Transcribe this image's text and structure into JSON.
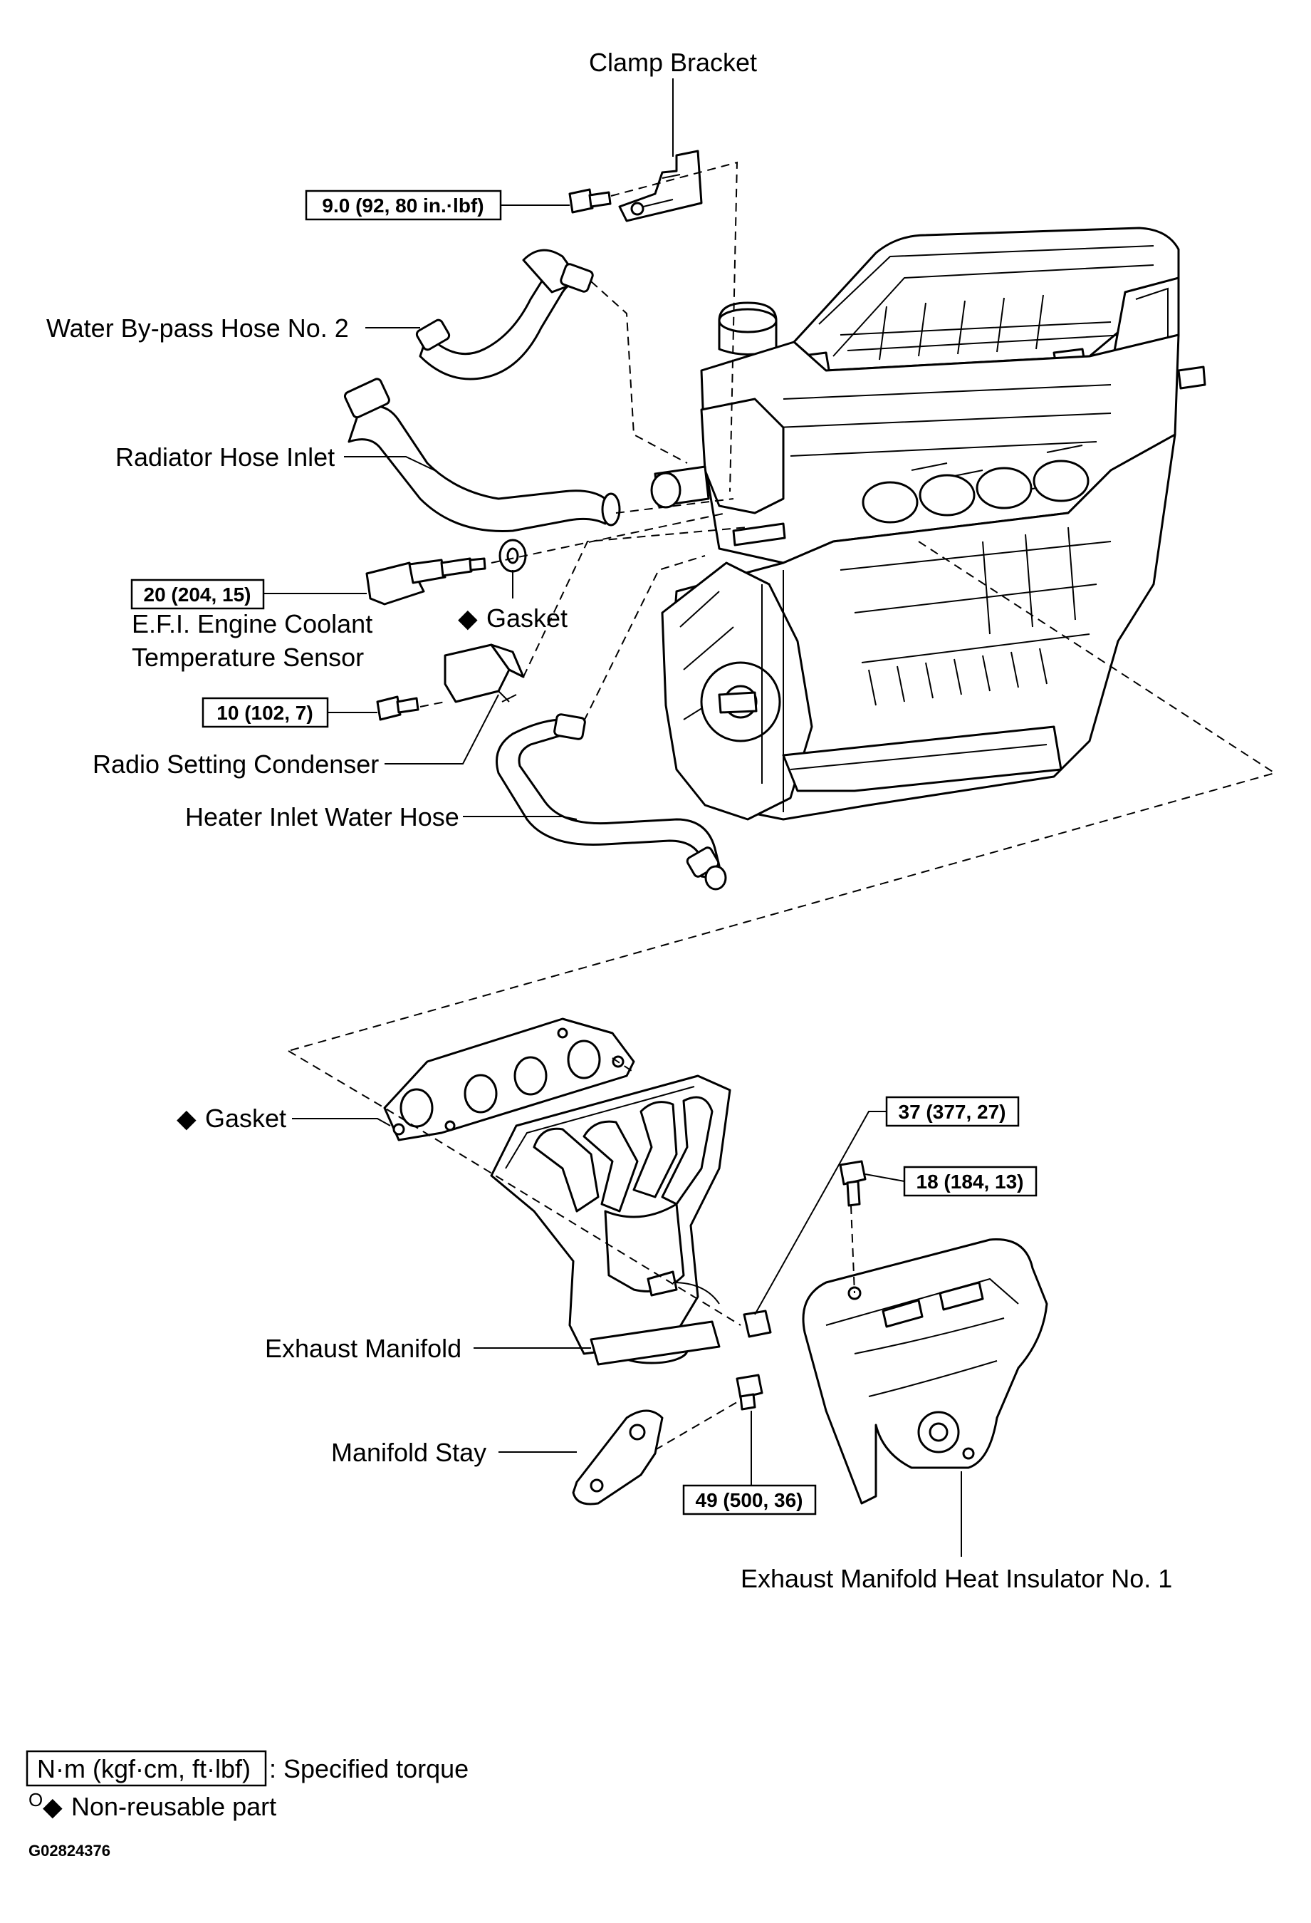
{
  "parts": {
    "clamp_bracket": "Clamp Bracket",
    "water_bypass_hose": "Water By-pass Hose No. 2",
    "radiator_hose_inlet": "Radiator Hose Inlet",
    "gasket_upper": "Gasket",
    "coolant_sensor_line1": "E.F.I. Engine Coolant",
    "coolant_sensor_line2": "Temperature Sensor",
    "radio_setting_condenser": "Radio Setting Condenser",
    "heater_inlet_water_hose": "Heater Inlet Water Hose",
    "gasket_lower": "Gasket",
    "exhaust_manifold": "Exhaust Manifold",
    "manifold_stay": "Manifold Stay",
    "heat_insulator": "Exhaust Manifold Heat Insulator No. 1"
  },
  "torques": {
    "clamp_bracket_bolt": "9.0 (92, 80 in.·lbf)",
    "coolant_sensor": "20 (204, 15)",
    "condenser_bolt": "10 (102, 7)",
    "manifold_nut": "37 (377, 27)",
    "insulator_bolt": "18 (184, 13)",
    "stay_bolt": "49 (500, 36)"
  },
  "non_reusable_symbol": "◆",
  "legend": {
    "torque_units": "N·m (kgf·cm, ft·lbf)",
    "torque_desc": ": Specified torque",
    "nonreusable_mark": "O",
    "nonreusable_symbol": "◆",
    "nonreusable_desc": "Non-reusable part"
  },
  "figure_code": "G02824376"
}
